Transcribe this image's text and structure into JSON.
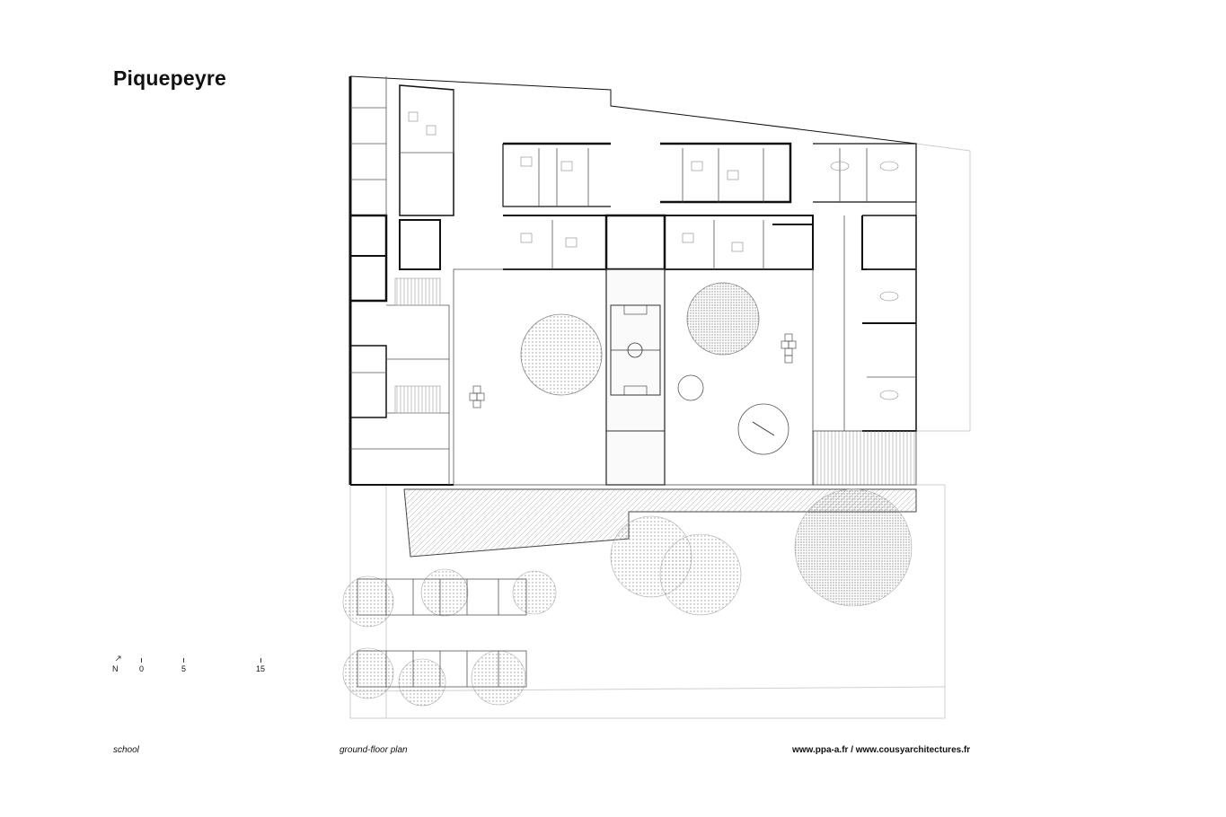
{
  "title": "Piquepeyre",
  "captions": {
    "building_type": "school",
    "plan_type": "ground-floor plan",
    "credits": "www.ppa-a.fr / www.cousyarchitectures.fr"
  },
  "scale_bar": {
    "north_label": "N",
    "marks": [
      "0",
      "5",
      "15"
    ]
  }
}
